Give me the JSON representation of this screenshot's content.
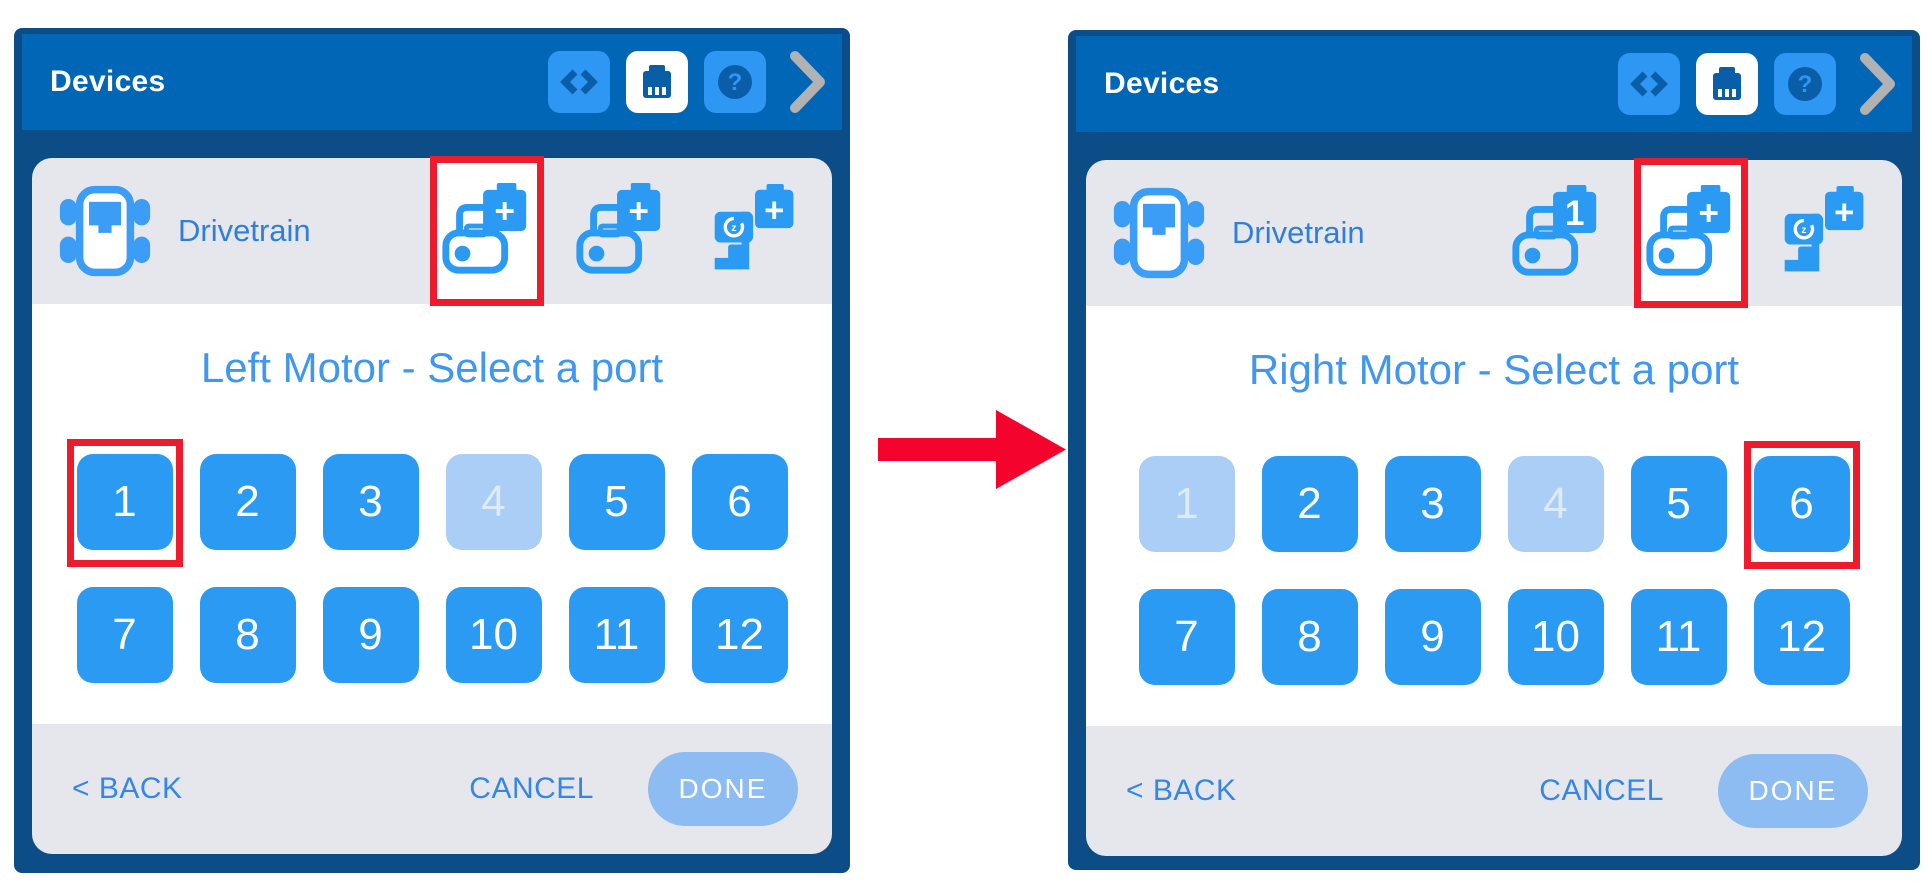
{
  "colors": {
    "panel_border": "#0c4d88",
    "header_bar": "#0166b5",
    "icon_button": "#2e97f3",
    "icon_glyph": "#0a5ea8",
    "accent": "#3b9df5",
    "port_button": "#2a9af3",
    "port_disabled": "#aacef5",
    "card_section": "#e6e7ec",
    "title_text": "#3f97ef",
    "link_text": "#3487e8",
    "done_button": "#8cbcf1",
    "highlight_red": "#ee1b2d",
    "arrow_red": "#f4042c",
    "chevron_gray": "#b2b2b2",
    "drivetrain_label": "#2e7fd9"
  },
  "arrow": {
    "icon": "red-arrow-right"
  },
  "panels": [
    {
      "header": {
        "title": "Devices"
      },
      "device": {
        "label": "Drivetrain"
      },
      "tabs": [
        {
          "name": "left-motor",
          "type": "motor",
          "badge": "+",
          "highlighted": true
        },
        {
          "name": "right-motor",
          "type": "motor",
          "badge": "+",
          "highlighted": false
        },
        {
          "name": "gyro",
          "type": "gyro",
          "badge": "+",
          "highlighted": false
        }
      ],
      "title": "Left Motor - Select a port",
      "ports": [
        {
          "label": "1",
          "state": "available",
          "highlighted": true
        },
        {
          "label": "2",
          "state": "available",
          "highlighted": false
        },
        {
          "label": "3",
          "state": "available",
          "highlighted": false
        },
        {
          "label": "4",
          "state": "used",
          "highlighted": false
        },
        {
          "label": "5",
          "state": "available",
          "highlighted": false
        },
        {
          "label": "6",
          "state": "available",
          "highlighted": false
        },
        {
          "label": "7",
          "state": "available",
          "highlighted": false
        },
        {
          "label": "8",
          "state": "available",
          "highlighted": false
        },
        {
          "label": "9",
          "state": "available",
          "highlighted": false
        },
        {
          "label": "10",
          "state": "available",
          "highlighted": false
        },
        {
          "label": "11",
          "state": "available",
          "highlighted": false
        },
        {
          "label": "12",
          "state": "available",
          "highlighted": false
        }
      ],
      "footer": {
        "back": "< BACK",
        "cancel": "CANCEL",
        "done": "DONE",
        "done_state": "disabled"
      }
    },
    {
      "header": {
        "title": "Devices"
      },
      "device": {
        "label": "Drivetrain"
      },
      "tabs": [
        {
          "name": "left-motor",
          "type": "motor",
          "badge": "1",
          "highlighted": false
        },
        {
          "name": "right-motor",
          "type": "motor",
          "badge": "+",
          "highlighted": true
        },
        {
          "name": "gyro",
          "type": "gyro",
          "badge": "+",
          "highlighted": false
        }
      ],
      "title": "Right Motor - Select a port",
      "ports": [
        {
          "label": "1",
          "state": "used",
          "highlighted": false
        },
        {
          "label": "2",
          "state": "available",
          "highlighted": false
        },
        {
          "label": "3",
          "state": "available",
          "highlighted": false
        },
        {
          "label": "4",
          "state": "used",
          "highlighted": false
        },
        {
          "label": "5",
          "state": "available",
          "highlighted": false
        },
        {
          "label": "6",
          "state": "available",
          "highlighted": true
        },
        {
          "label": "7",
          "state": "available",
          "highlighted": false
        },
        {
          "label": "8",
          "state": "available",
          "highlighted": false
        },
        {
          "label": "9",
          "state": "available",
          "highlighted": false
        },
        {
          "label": "10",
          "state": "available",
          "highlighted": false
        },
        {
          "label": "11",
          "state": "available",
          "highlighted": false
        },
        {
          "label": "12",
          "state": "available",
          "highlighted": false
        }
      ],
      "footer": {
        "back": "< BACK",
        "cancel": "CANCEL",
        "done": "DONE",
        "done_state": "disabled"
      }
    }
  ]
}
